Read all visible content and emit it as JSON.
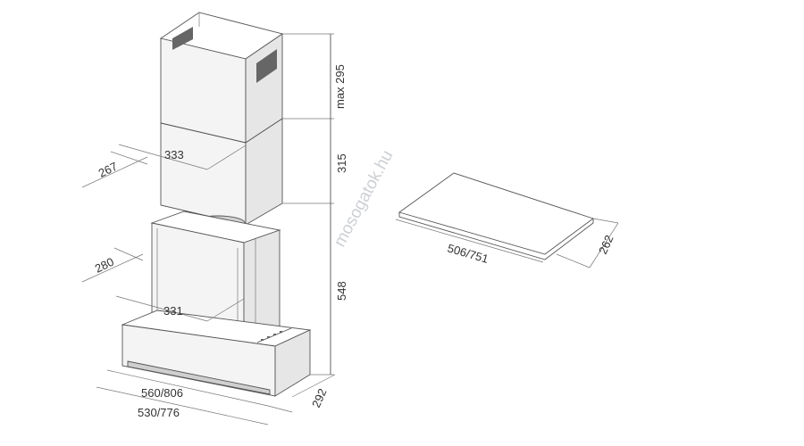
{
  "dimensions": {
    "chimney_height": "max 295",
    "chimney_depth": "267",
    "chimney_width": "333",
    "lower_chimney_height": "315",
    "body_depth": "280",
    "body_width": "331",
    "body_height": "548",
    "hood_depth": "292",
    "hood_width_outer": "560/806",
    "hood_width_inner": "530/776",
    "filter_width": "506/751",
    "filter_depth": "262"
  },
  "watermark": "mosogatok.hu",
  "colors": {
    "line": "#555555",
    "text": "#333333",
    "watermark": "#cdd0d4"
  }
}
